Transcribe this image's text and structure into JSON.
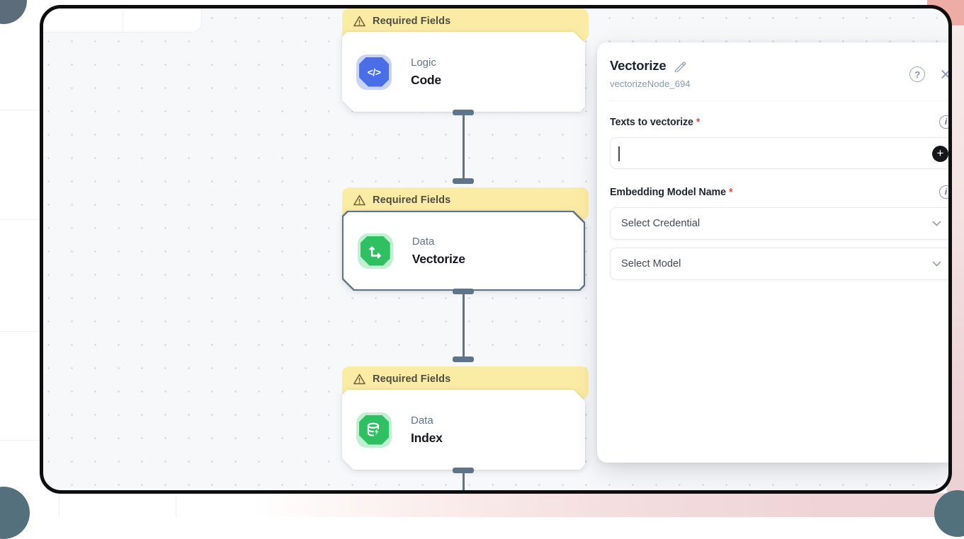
{
  "canvas": {
    "nodes": [
      {
        "category": "Logic",
        "title": "Code",
        "banner": "Required Fields",
        "icon": "code-icon",
        "accent": "#4a6ee8",
        "selected": false
      },
      {
        "category": "Data",
        "title": "Vectorize",
        "banner": "Required Fields",
        "icon": "vector-arrows-icon",
        "accent": "#2ec062",
        "selected": true
      },
      {
        "category": "Data",
        "title": "Index",
        "banner": "Required Fields",
        "icon": "database-bolt-icon",
        "accent": "#2ec062",
        "selected": false
      }
    ]
  },
  "panel": {
    "title": "Vectorize",
    "subtitle": "vectorizeNode_694",
    "fields": {
      "texts": {
        "label": "Texts to vectorize",
        "required": "*",
        "value": ""
      },
      "embedding": {
        "label": "Embedding Model Name",
        "required": "*"
      }
    },
    "selects": {
      "credential": "Select Credential",
      "model": "Select Model"
    },
    "icons": {
      "help": "help-icon",
      "close": "close-icon",
      "edit": "pencil-icon",
      "info": "info-icon",
      "add": "plus-icon"
    }
  },
  "colors": {
    "banner_bg": "#fbeca5",
    "edge": "#5f7389",
    "canvas_bg": "#f7f8fa",
    "accent_blue": "#4a6ee8",
    "accent_green": "#2ec062",
    "required_marker": "#ef4444"
  }
}
